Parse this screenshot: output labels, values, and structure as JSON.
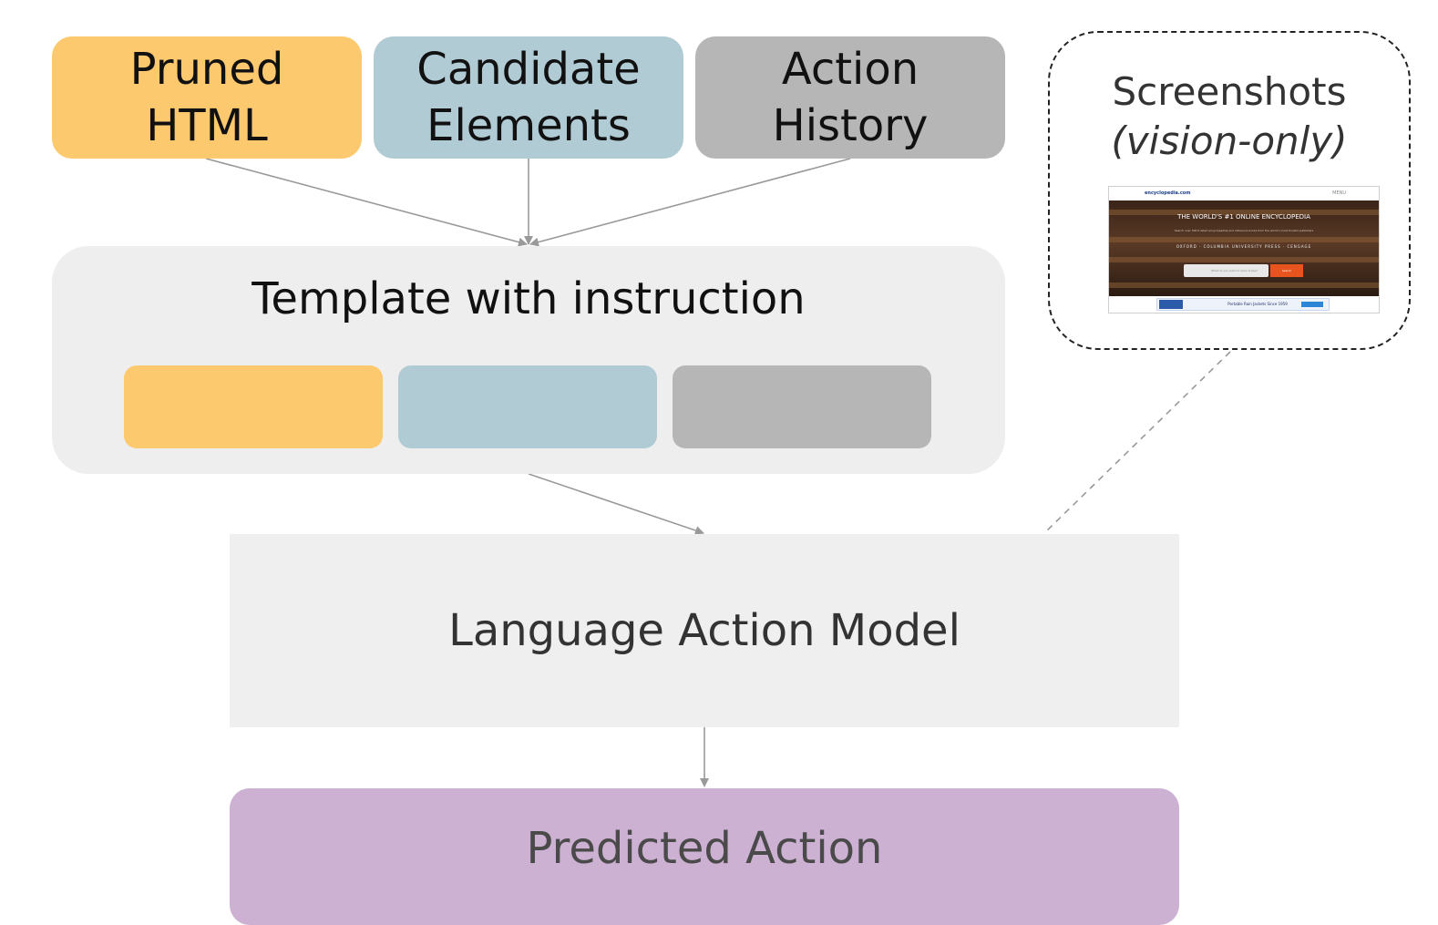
{
  "colors": {
    "pruned": "#fdc96e",
    "candidate": "#b1cbd5",
    "history": "#b6b6b6",
    "template": "#eeeeee",
    "model": "#efefef",
    "predicted": "#cdb1d3",
    "arrow": "#999999"
  },
  "inputs": {
    "pruned_html": {
      "line1": "Pruned",
      "line2": "HTML"
    },
    "candidate_elements": {
      "line1": "Candidate",
      "line2": "Elements"
    },
    "action_history": {
      "line1": "Action",
      "line2": "History"
    }
  },
  "template": {
    "title": "Template with instruction"
  },
  "screenshots": {
    "title": "Screenshots",
    "subtitle": "(vision-only)",
    "thumbnail": {
      "logo": "encyclopedia.com",
      "menu": "MENU",
      "headline": "THE WORLD'S #1 ONLINE ENCYCLOPEDIA",
      "tagline": "Search over 300 trusted encyclopedias and reference books from the world's most trusted publishers",
      "partners": "OXFORD · COLUMBIA UNIVERSITY PRESS · CENGAGE",
      "search_placeholder": "What do you want to learn today?",
      "search_button": "Search",
      "ad_text": "Portable Rain Jackets Since 1959"
    }
  },
  "model": {
    "label": "Language Action Model"
  },
  "output": {
    "label": "Predicted Action"
  }
}
